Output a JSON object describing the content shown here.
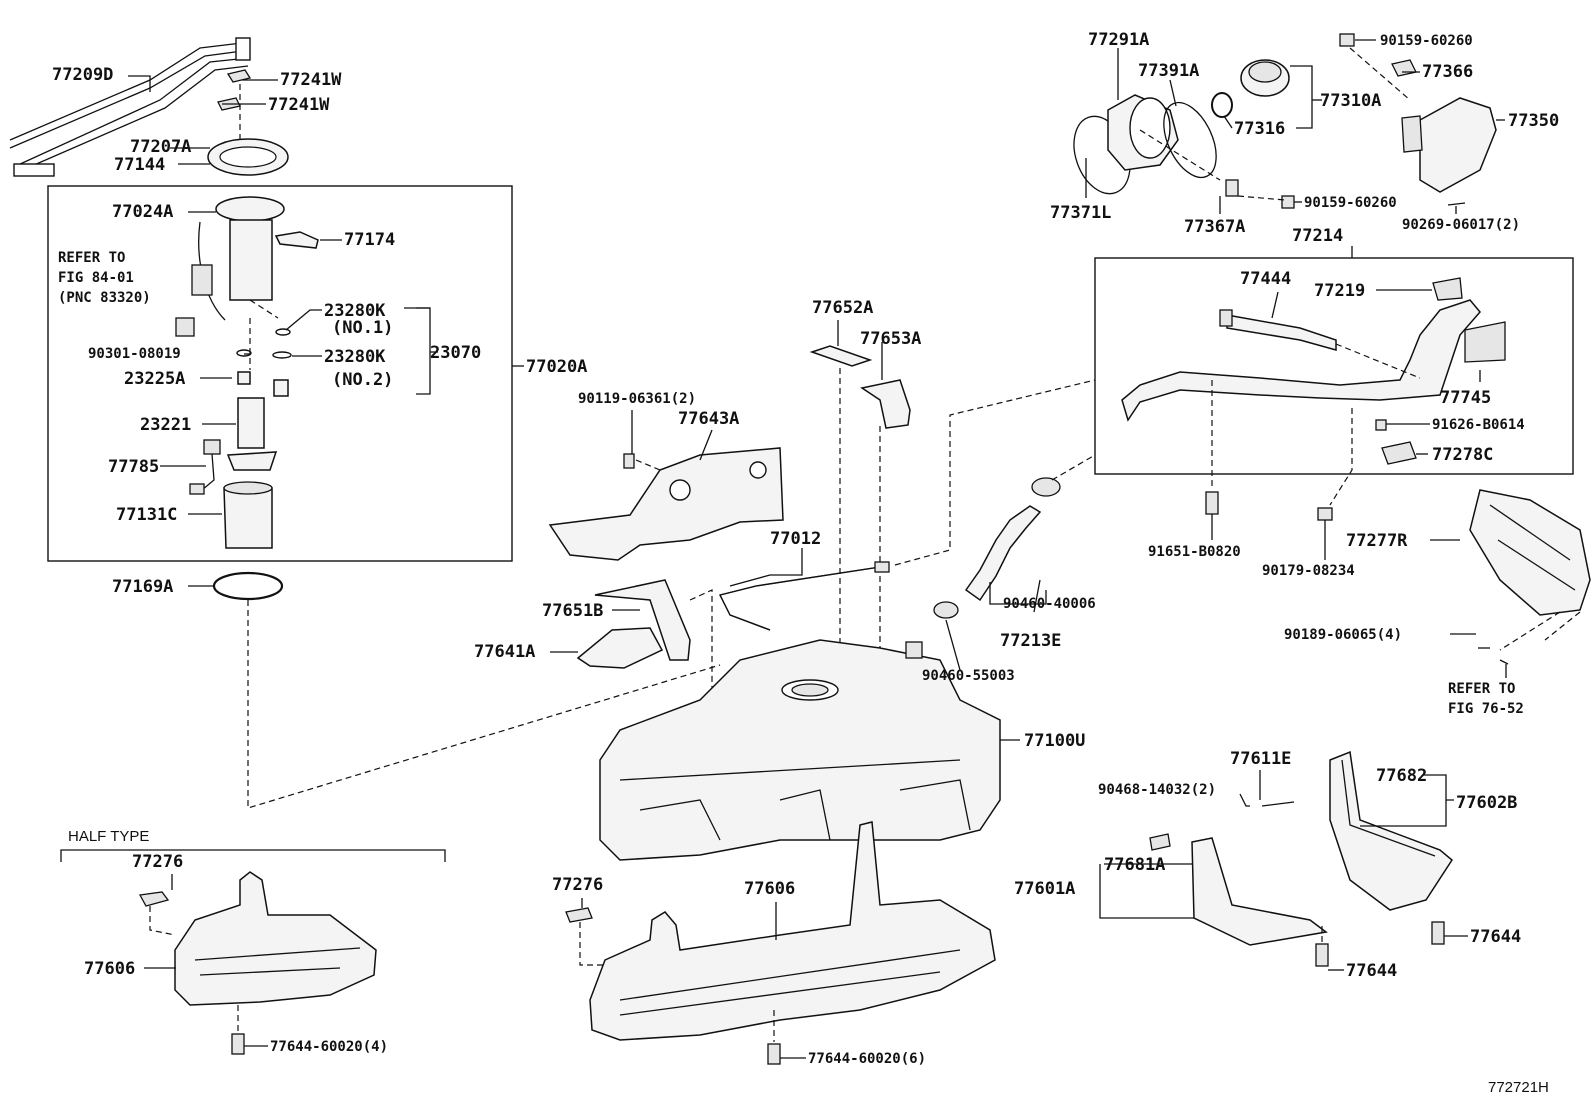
{
  "diagram": {
    "note_half_type": "HALF TYPE",
    "footer_code": "772721H",
    "refer_fig_84": [
      "REFER TO",
      "FIG 84-01",
      "(PNC 83320)"
    ],
    "refer_fig_76": [
      "REFER TO",
      "FIG 76-52"
    ],
    "labels": {
      "p77209D": "77209D",
      "p77241W_1": "77241W",
      "p77241W_2": "77241W",
      "p77207A": "77207A",
      "p77144": "77144",
      "p77024A": "77024A",
      "p77174": "77174",
      "p23280K_1": "23280K",
      "no1": "(NO.1)",
      "p90301": "90301-08019",
      "p23280K_2": "23280K",
      "p23070": "23070",
      "no2": "(NO.2)",
      "p23225A": "23225A",
      "p23221": "23221",
      "p77785": "77785",
      "p77131C": "77131C",
      "p77020A": "77020A",
      "p77169A": "77169A",
      "p77652A": "77652A",
      "p77653A": "77653A",
      "p90119": "90119-06361(2)",
      "p77643A": "77643A",
      "p77012": "77012",
      "p77651B": "77651B",
      "p77641A": "77641A",
      "p90460_55003": "90460-55003",
      "p90460_40006": "90460-40006",
      "p77213E": "77213E",
      "p77100U": "77100U",
      "p77291A": "77291A",
      "p77391A": "77391A",
      "p90159_1": "90159-60260",
      "p77366": "77366",
      "p77310A": "77310A",
      "p77350": "77350",
      "p77316": "77316",
      "p77371L": "77371L",
      "p77367A": "77367A",
      "p90159_2": "90159-60260",
      "p90269": "90269-06017(2)",
      "p77214": "77214",
      "p77444": "77444",
      "p77219": "77219",
      "p77745": "77745",
      "p91626": "91626-B0614",
      "p77278C": "77278C",
      "p91651": "91651-B0820",
      "p90179": "90179-08234",
      "p77277R": "77277R",
      "p90189": "90189-06065(4)",
      "p77611E": "77611E",
      "p90468": "90468-14032(2)",
      "p77682": "77682",
      "p77602B": "77602B",
      "p77681A": "77681A",
      "p77601A": "77601A",
      "p77644_a": "77644",
      "p77644_b": "77644",
      "p77276_half": "77276",
      "p77606_half": "77606",
      "p77644_60020_4": "77644-60020(4)",
      "p77276": "77276",
      "p77606": "77606",
      "p77644_60020_6": "77644-60020(6)"
    }
  }
}
